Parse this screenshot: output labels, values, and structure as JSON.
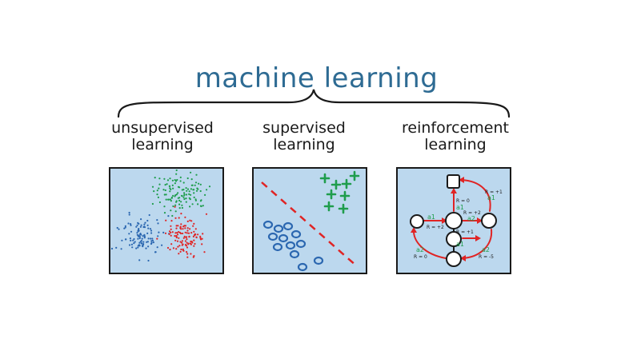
{
  "title": "machine learning",
  "categories": {
    "unsupervised": {
      "line1": "unsupervised",
      "line2": "learning"
    },
    "supervised": {
      "line1": "supervised",
      "line2": "learning"
    },
    "reinforcement": {
      "line1": "reinforcement",
      "line2": "learning"
    }
  },
  "rl_labels": {
    "top_r": "R = +1",
    "top_a": "a1",
    "center_r0": "R = 0",
    "center_a1": "a1",
    "left_a": "a1",
    "left_r": "R = +2",
    "mid_r": "R = +2",
    "mid_a": "a2",
    "lower_r": "R = +1",
    "lower_a": "a1",
    "bl_a": "a2",
    "bl_r": "R = 0",
    "br_a": "a2",
    "br_r": "R = -5"
  },
  "colors": {
    "title": "#2e6b93",
    "panel_fill": "#bcd8ee",
    "cluster_green": "#1f9d4c",
    "cluster_blue": "#2b67b0",
    "cluster_red": "#e02424",
    "arrow_red": "#e02424",
    "action_green": "#1f9d4c"
  }
}
